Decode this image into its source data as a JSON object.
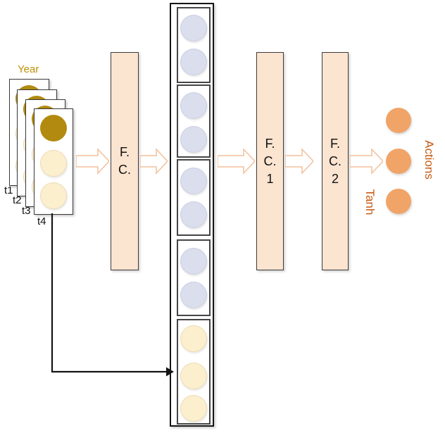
{
  "input": {
    "label": "Year",
    "frames": [
      {
        "label": "t1",
        "neurons": 3
      },
      {
        "label": "t2",
        "neurons": 3
      },
      {
        "label": "t3",
        "neurons": 3
      },
      {
        "label": "t4",
        "neurons": 3
      }
    ]
  },
  "layers": [
    {
      "label": "F. C."
    },
    {
      "label": "F. C. 1"
    },
    {
      "label": "F. C. 2"
    }
  ],
  "hidden_column": {
    "groups": [
      {
        "neurons": 2,
        "neuron_color": "#DADEED"
      },
      {
        "neurons": 2,
        "neuron_color": "#DADEED"
      },
      {
        "neurons": 2,
        "neuron_color": "#DADEED"
      },
      {
        "neurons": 2,
        "neuron_color": "#DADEED"
      },
      {
        "neurons": 3,
        "neuron_color": "#FCEFCE"
      }
    ]
  },
  "output": {
    "label": "Actions",
    "activation_label": "Tanh",
    "neurons": 3
  },
  "icons": {
    "flow_arrow": "block-arrow-right-icon",
    "skip_arrow": "elbow-arrow-right-icon"
  },
  "colors": {
    "year_text": "#BF9000",
    "orange_text": "#C55A11",
    "fc_fill": "#FBE4D0",
    "dark_gold_neuron": "#B18A0F",
    "cream_neuron": "#FCEFCE",
    "lavender_neuron": "#DADEED",
    "output_neuron": "#F1A467",
    "arrow_outline": "#F2C09C",
    "skip_arrow": "#141414"
  }
}
